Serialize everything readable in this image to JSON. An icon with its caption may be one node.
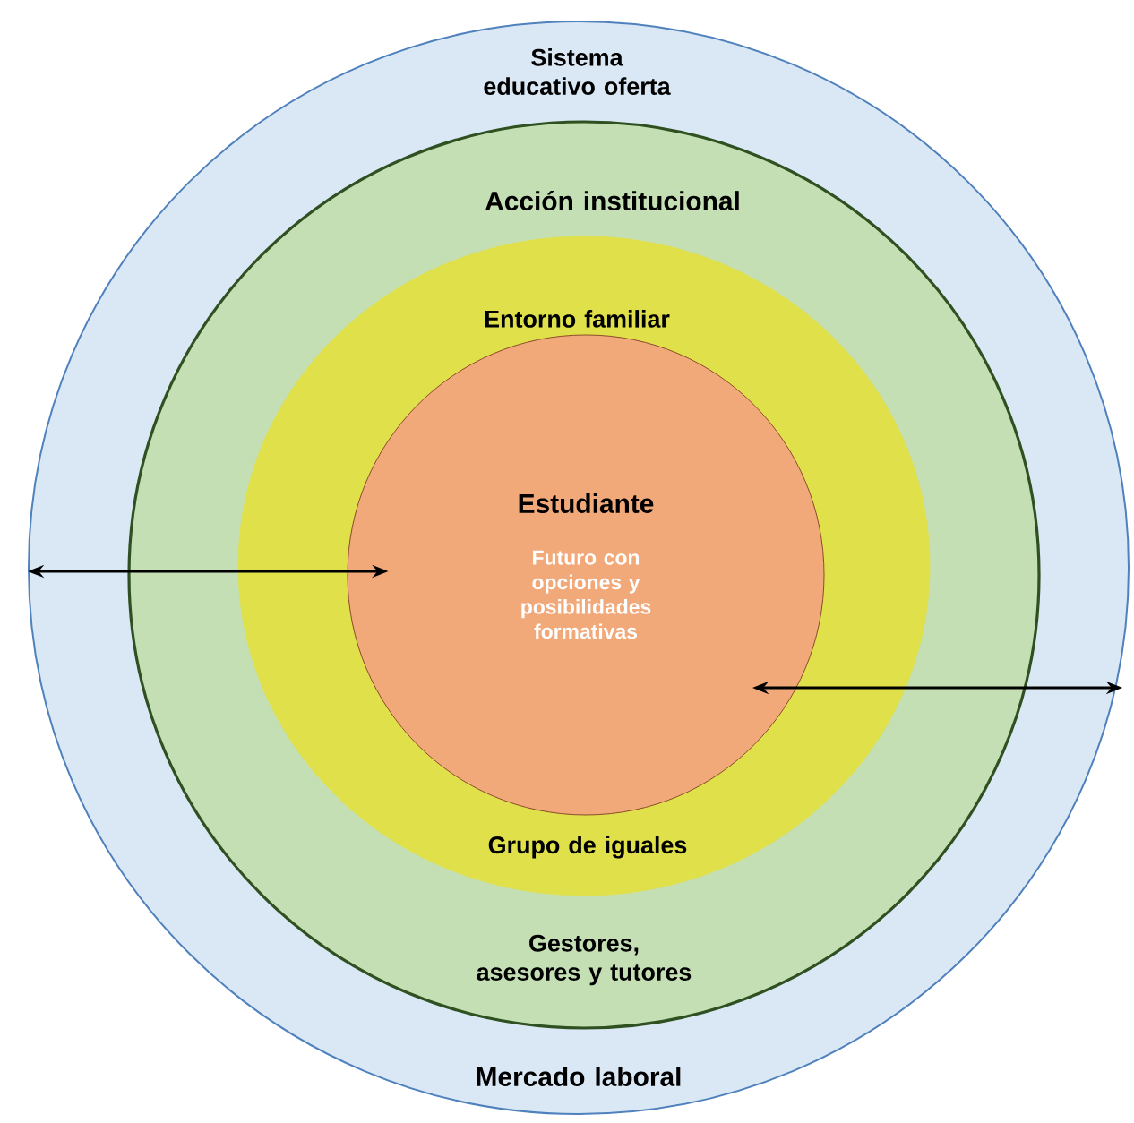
{
  "diagram": {
    "nodes": [
      {
        "text": [
          "Sistema educativo oferta",
          "Mercado laboral"
        ]
      },
      {
        "text": [
          "Acción institucional",
          "Gestores, asesores y tutores"
        ],
        "in": 0
      },
      {
        "text": [
          "Entorno familiar",
          "Grupo de iguales"
        ],
        "in": 1
      },
      {
        "text": [
          "Estudiante",
          "Futuro con opciones y posibilidades formativas"
        ],
        "in": 2
      }
    ],
    "edges": [
      {
        "from": 0,
        "to": 3,
        "arrow": "both"
      },
      {
        "from": 3,
        "to": 0,
        "arrow": "both"
      }
    ]
  }
}
